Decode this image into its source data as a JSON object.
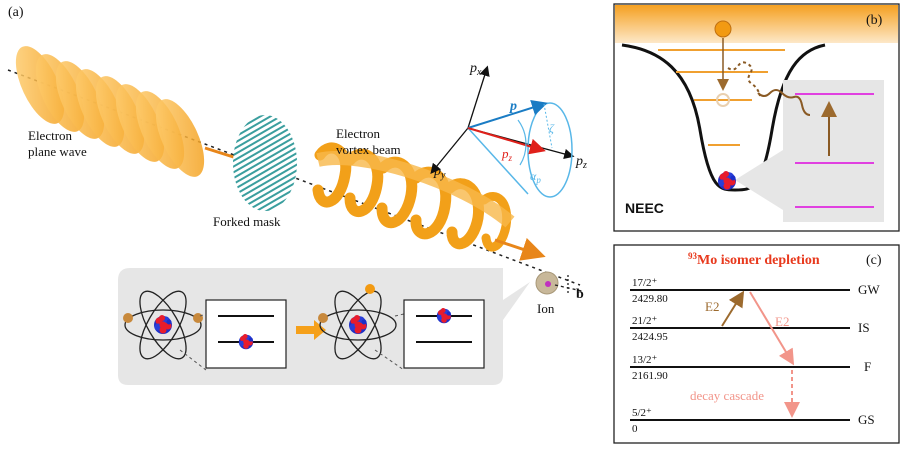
{
  "panel_a": {
    "label": "(a)",
    "plane_wave_label_1": "Electron",
    "plane_wave_label_2": "plane wave",
    "mask_label": "Forked mask",
    "vortex_label_1": "Electron",
    "vortex_label_2": "vortex beam",
    "ion_label": "Ion",
    "impact_label": "b",
    "axes": {
      "px": "p",
      "px_sub": "x",
      "py": "p",
      "py_sub": "y",
      "pz": "p",
      "pz_sub": "z",
      "p_vec": "p",
      "pz_vec": "p",
      "pz_vec_sub": "z",
      "zeta": "ζ",
      "alpha": "α",
      "alpha_sub": "p"
    }
  },
  "panel_b": {
    "label": "(b)",
    "title": "NEEC"
  },
  "panel_c": {
    "label": "(c)",
    "title_sup": "93",
    "title": "Mo isomer depletion",
    "levels": [
      {
        "spin": "17/2⁺",
        "energy": "2429.80",
        "name": "GW"
      },
      {
        "spin": "21/2⁺",
        "energy": "2424.95",
        "name": "IS"
      },
      {
        "spin": "13/2⁺",
        "energy": "2161.90",
        "name": "F"
      },
      {
        "spin": "5/2⁺",
        "energy": "0",
        "name": "GS"
      }
    ],
    "transition_up": "E2",
    "transition_down": "E2",
    "cascade": "decay cascade"
  },
  "colors": {
    "orange": "#f5a623",
    "brown": "#9c6a2e",
    "red_title": "#e8391d",
    "pink": "#f2958a",
    "blue": "#1a7cc4",
    "light_blue": "#58b7e8",
    "magenta": "#e040e0",
    "teal": "#2e9a9a"
  }
}
